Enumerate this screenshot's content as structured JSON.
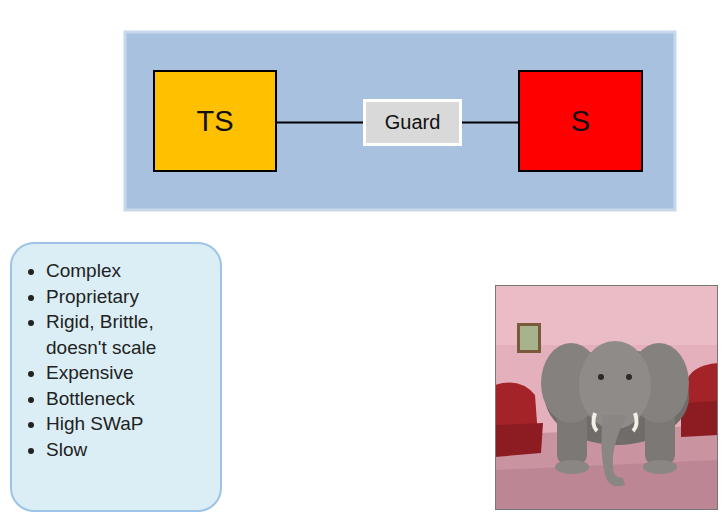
{
  "diagram": {
    "nodes": [
      {
        "text": [
          "TS"
        ]
      },
      {
        "text": [
          "Guard"
        ]
      },
      {
        "text": [
          "S"
        ]
      },
      {
        "text": [
          "Complex",
          "Proprietary",
          "Rigid, Brittle, doesn't scale",
          "Expensive",
          "Bottleneck",
          "High SWaP",
          "Slow"
        ]
      }
    ],
    "edges": [
      {
        "from": 0,
        "to": 1,
        "arrow": "none"
      },
      {
        "from": 1,
        "to": 2,
        "arrow": "none"
      }
    ]
  }
}
